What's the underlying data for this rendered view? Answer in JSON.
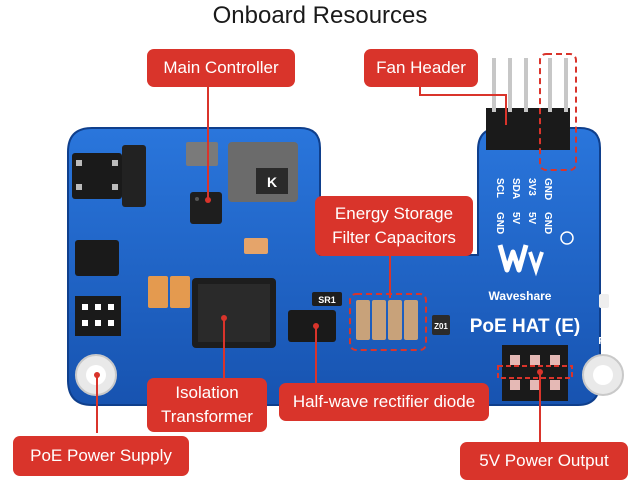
{
  "title": "Onboard Resources",
  "callouts": {
    "main_controller": "Main Controller",
    "fan_header": "Fan Header",
    "energy_storage_line1": "Energy Storage",
    "energy_storage_line2": "Filter Capacitors",
    "isolation_line1": "Isolation",
    "isolation_line2": "Transformer",
    "rectifier": "Half-wave rectifier diode",
    "poe_supply": "PoE Power Supply",
    "power_output": "5V Power Output"
  },
  "board": {
    "brand": "Waveshare",
    "model": "PoE HAT (E)",
    "pwr": "PWR",
    "pins_row1": [
      "SCL",
      "SDA",
      "3V3",
      "GND"
    ],
    "pins_row2": [
      "GND",
      "5V",
      "5V",
      "GND"
    ],
    "chip_k": "K",
    "chip_sr1": "SR1",
    "chip_r01": "Z01"
  },
  "colors": {
    "accent": "#d9342b",
    "pcb": "#1d63c8"
  }
}
